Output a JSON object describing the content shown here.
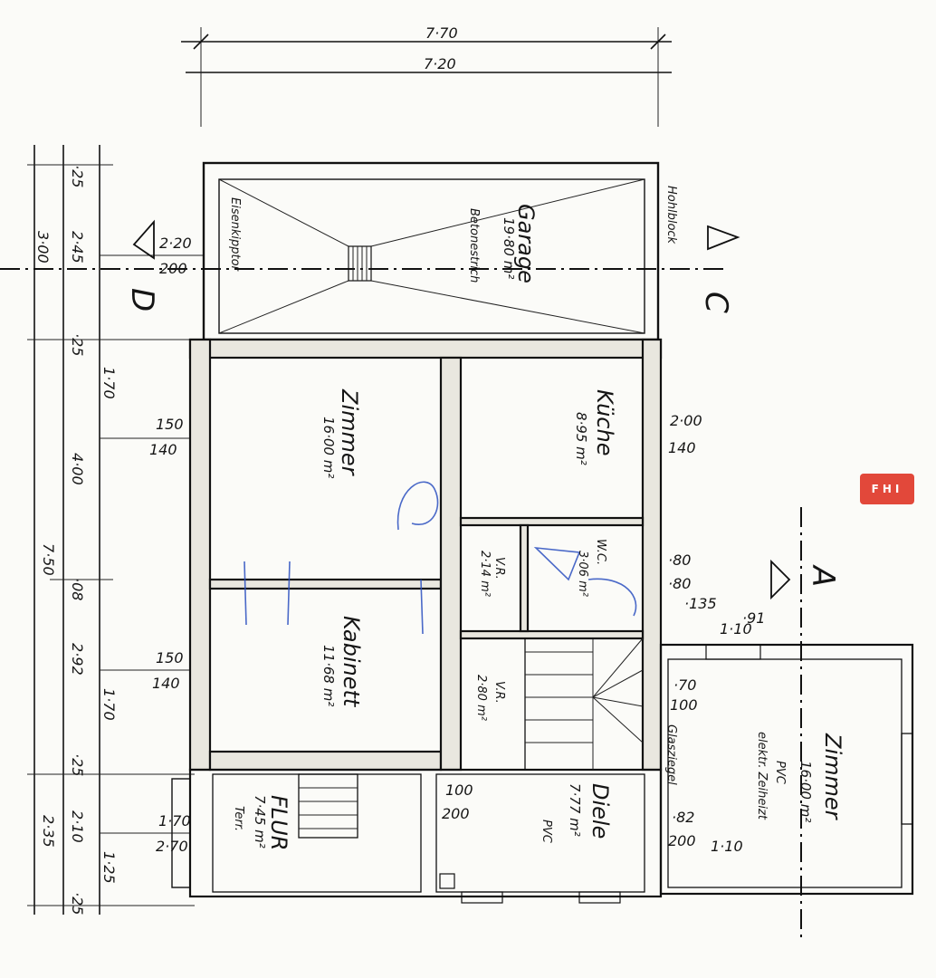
{
  "rooms": {
    "garage": {
      "label": "Garage",
      "area": "19·80 m²",
      "floor": "Betonestrich",
      "door": "Eisenkipptor"
    },
    "zimmer1": {
      "label": "Zimmer",
      "area": "16·00 m²"
    },
    "kueche": {
      "label": "Küche",
      "area": "8·95 m²"
    },
    "wc": {
      "label": "W.C.",
      "area": "3·06 m²"
    },
    "vr1": {
      "label": "V.R.",
      "area": "2·14 m²"
    },
    "kabinett": {
      "label": "Kabinett",
      "area": "11·68 m²"
    },
    "vr2": {
      "label": "V.R.",
      "area": "2·80 m²"
    },
    "flur": {
      "label": "FLUR",
      "area": "7·45 m²",
      "floor": "Terr."
    },
    "diele": {
      "label": "Diele",
      "area": "7·77 m²",
      "floor": "PVC"
    },
    "zimmer2": {
      "label": "Zimmer",
      "area": "16·00 m²",
      "floor": "PVC",
      "heating": "elektr. Zeiheizt"
    }
  },
  "dimensions": {
    "top_outer": "7·70",
    "top_inner": "7·20",
    "left": [
      "·25",
      "2·45",
      "·25",
      "1·70",
      "4·00",
      "·08",
      "2·92",
      "1·70",
      "·25",
      "2·10",
      "·25",
      "1·25"
    ],
    "left_outer": [
      "3·00",
      "7·50",
      "2·35"
    ],
    "openings": [
      "2·20",
      "200",
      "150",
      "140",
      "150",
      "140",
      "1·70",
      "2·70",
      "100",
      "200",
      "·82",
      "200",
      "·70",
      "100",
      "2·00",
      "140",
      "·80",
      "·80",
      "·135",
      "1·10",
      "·91",
      "1·10"
    ]
  },
  "notes": {
    "hohlblock": "Hohlblock",
    "glasziegel": "Glasziegel"
  },
  "section_marks": {
    "c": "C",
    "d": "D",
    "a": "A"
  },
  "badge": "FHI"
}
